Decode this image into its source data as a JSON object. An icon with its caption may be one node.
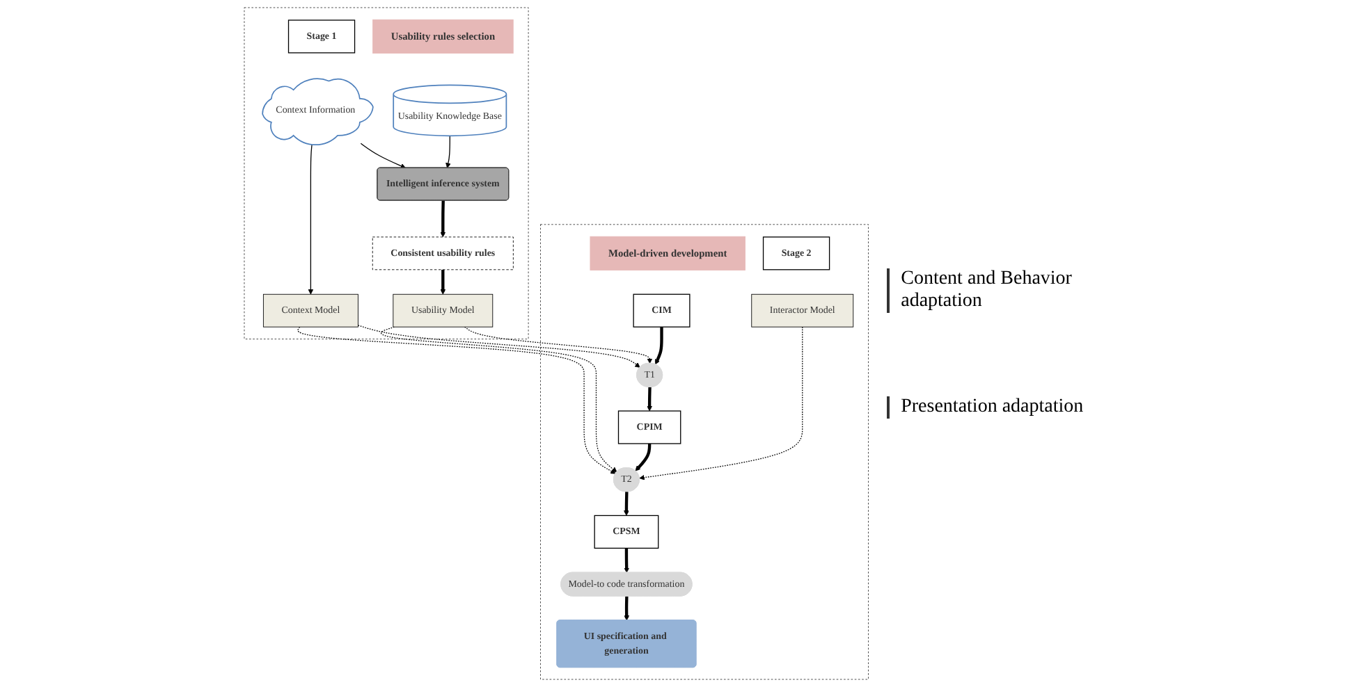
{
  "diagram": {
    "nodes": [
      {
        "text": [],
        "shape": "box"
      },
      {
        "text": [
          "Stage 1"
        ],
        "in": 0
      },
      {
        "text": [
          "Usability rules selection"
        ],
        "in": 0
      },
      {
        "text": [
          "Context Information"
        ],
        "in": 0
      },
      {
        "text": [
          "Context Model"
        ],
        "in": 0
      },
      {
        "text": [
          "Usability Knowledge Base"
        ],
        "in": 0
      },
      {
        "text": [
          "Intelligent inference system"
        ],
        "in": 0
      },
      {
        "text": [
          "Consistent usability rules"
        ],
        "in": 0
      },
      {
        "text": [
          "Usability Model"
        ],
        "in": 0
      },
      {
        "text": [],
        "shape": "box"
      },
      {
        "text": [
          "Model-driven development"
        ],
        "in": 9
      },
      {
        "text": [
          "Stage 2"
        ],
        "in": 9
      },
      {
        "text": [
          "CIM"
        ],
        "in": 9
      },
      {
        "text": [
          "T1"
        ],
        "in": 9
      },
      {
        "text": [
          "CPIM"
        ],
        "in": 9
      },
      {
        "text": [
          "T2"
        ],
        "in": 9
      },
      {
        "text": [
          "CPSM"
        ],
        "in": 9
      },
      {
        "text": [
          "Model-to code transformation"
        ],
        "in": 9
      },
      {
        "text": [
          "UI specification and generation"
        ],
        "in": 9
      },
      {
        "text": [
          "Interactor Model"
        ],
        "in": 9
      }
    ],
    "edges": [
      {
        "from": 3,
        "to": 4,
        "arrow": "to"
      },
      {
        "from": 3,
        "to": 6,
        "arrow": "to"
      },
      {
        "from": 5,
        "to": 6,
        "arrow": "to"
      },
      {
        "from": 6,
        "to": 7,
        "arrow": "to",
        "style": "thick"
      },
      {
        "from": 7,
        "to": 8,
        "arrow": "to",
        "style": "thick"
      },
      {
        "from": 4,
        "to": 13,
        "arrow": "to",
        "style": "dashed"
      },
      {
        "from": 4,
        "to": 15,
        "arrow": "to",
        "style": "dashed"
      },
      {
        "from": 8,
        "to": 13,
        "arrow": "to",
        "style": "dashed"
      },
      {
        "from": 8,
        "to": 15,
        "arrow": "to",
        "style": "dashed"
      },
      {
        "from": 12,
        "to": 13,
        "arrow": "to",
        "style": "thick"
      },
      {
        "from": 13,
        "to": 14,
        "arrow": "to",
        "style": "thick"
      },
      {
        "from": 14,
        "to": 15,
        "arrow": "to",
        "style": "thick"
      },
      {
        "from": 15,
        "to": 16,
        "arrow": "to",
        "style": "thick"
      },
      {
        "from": 16,
        "to": 17,
        "arrow": "to",
        "style": "thick"
      },
      {
        "from": 17,
        "to": 18,
        "arrow": "to",
        "style": "thick"
      },
      {
        "from": 19,
        "to": 15,
        "arrow": "to",
        "style": "dashed"
      }
    ],
    "labels": [
      "Content and Behavior adaptation",
      "Presentation adaptation"
    ]
  }
}
